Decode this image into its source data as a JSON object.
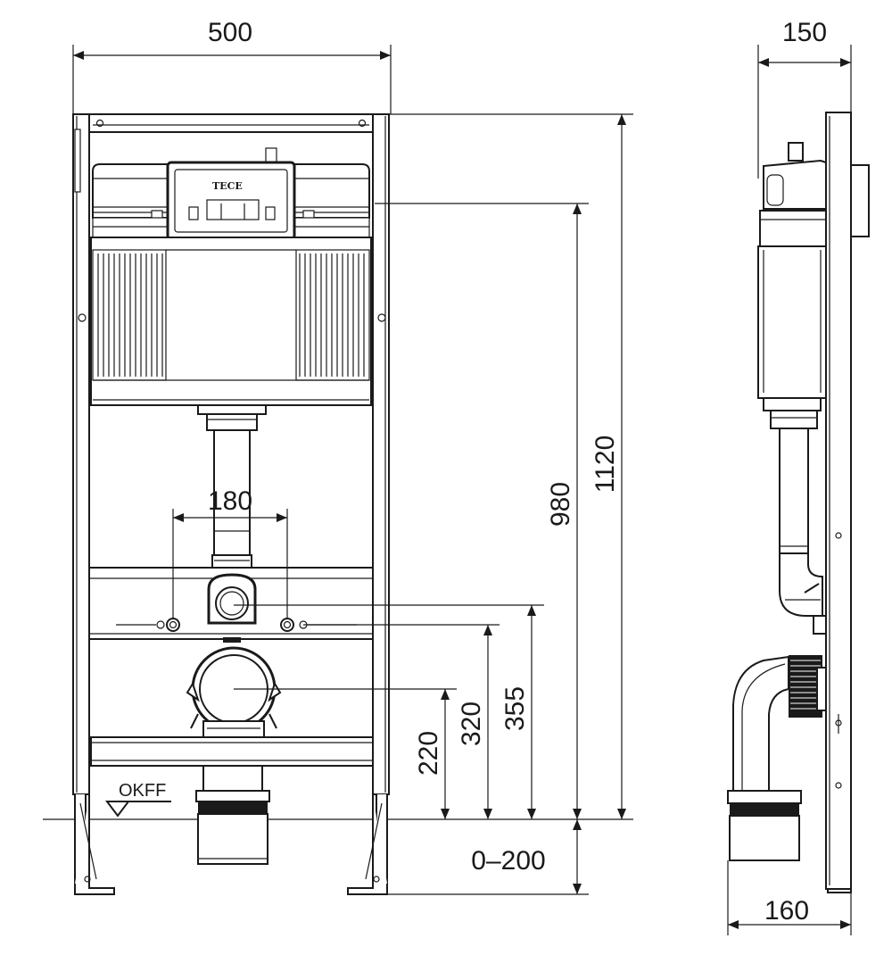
{
  "brand_label": "TECE",
  "floor_mark": "OKFF",
  "dimensions": {
    "frame_width": "500",
    "frame_depth": "150",
    "total_height": "1120",
    "cistern_height": "980",
    "bolt_spacing": "180",
    "outlet_height": "220",
    "bolt_height": "320",
    "supply_height": "355",
    "leg_adjust": "0–200",
    "side_depth": "160"
  }
}
